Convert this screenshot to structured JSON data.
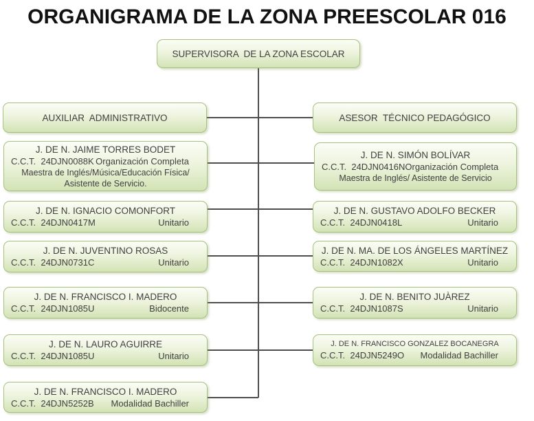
{
  "title": "ORGANIGRAMA DE LA ZONA PREESCOLAR 016",
  "root": {
    "label": "SUPERVISORA  DE LA ZONA ESCOLAR"
  },
  "left_column": [
    {
      "type": "role",
      "label": "AUXILIAR  ADMINISTRATIVO"
    },
    {
      "type": "school",
      "name": "J. DE N. JAIME TORRES BODET",
      "cct": "C.C.T.  24DJN0088K",
      "modality": "Organización Completa",
      "extra": [
        "Maestra de Inglés/Música/Educación Física/",
        "Asistente de Servicio."
      ]
    },
    {
      "type": "school",
      "name": "J. DE N. IGNACIO COMONFORT",
      "cct": "C.C.T.  24DJN0417M",
      "modality": "Unitario"
    },
    {
      "type": "school",
      "name": "J. DE N. JUVENTINO ROSAS",
      "cct": "C.C.T.  24DJN0731C",
      "modality": "Unitario"
    },
    {
      "type": "school",
      "name": "J. DE N. FRANCISCO I. MADERO",
      "cct": "C.C.T.  24DJN1085U",
      "modality": "Bidocente"
    },
    {
      "type": "school",
      "name": "J. DE N. LAURO AGUIRRE",
      "cct": "C.C.T.  24DJN1085U",
      "modality": "Unitario"
    },
    {
      "type": "school",
      "name": "J. DE N. FRANCISCO I. MADERO",
      "cct": "C.C.T.  24DJN5252B",
      "modality": "Modalidad Bachiller"
    }
  ],
  "right_column": [
    {
      "type": "role",
      "label": "ASESOR  TÉCNICO PEDAGÓGICO"
    },
    {
      "type": "school",
      "name": "J. DE N. SIMÓN BOLÍVAR",
      "cct": "C.C.T.  24DJN0416N",
      "modality": "Organización Completa",
      "extra": [
        "Maestra de Inglés/ Asistente de Servicio"
      ]
    },
    {
      "type": "school",
      "name": "J. DE N. GUSTAVO ADOLFO BECKER",
      "cct": "C.C.T.  24DJN0418L",
      "modality": "Unitario"
    },
    {
      "type": "school",
      "name": "J. DE N. MA. DE LOS ÁNGELES MARTÍNEZ",
      "cct": "C.C.T.  24DJN1082X",
      "modality": "Unitario"
    },
    {
      "type": "school",
      "name": "J. DE N. BENITO JUÀREZ",
      "cct": "C.C.T.  24DJN1087S",
      "modality": "Unitario"
    },
    {
      "type": "school",
      "name": "J. DE N. FRANCISCO GONZALEZ BOCANEGRA",
      "cct": "C.C.T.  24DJN5249O",
      "modality": "Modalidad Bachiller"
    }
  ],
  "colors": {
    "box_border": "#a6c07f",
    "box_fill_top": "#fbfdf6",
    "box_fill_bottom": "#d3e3b5",
    "connector_line": "#4d4d4d",
    "text": "#3f3f3f",
    "title_text": "#111111",
    "background": "#ffffff"
  }
}
